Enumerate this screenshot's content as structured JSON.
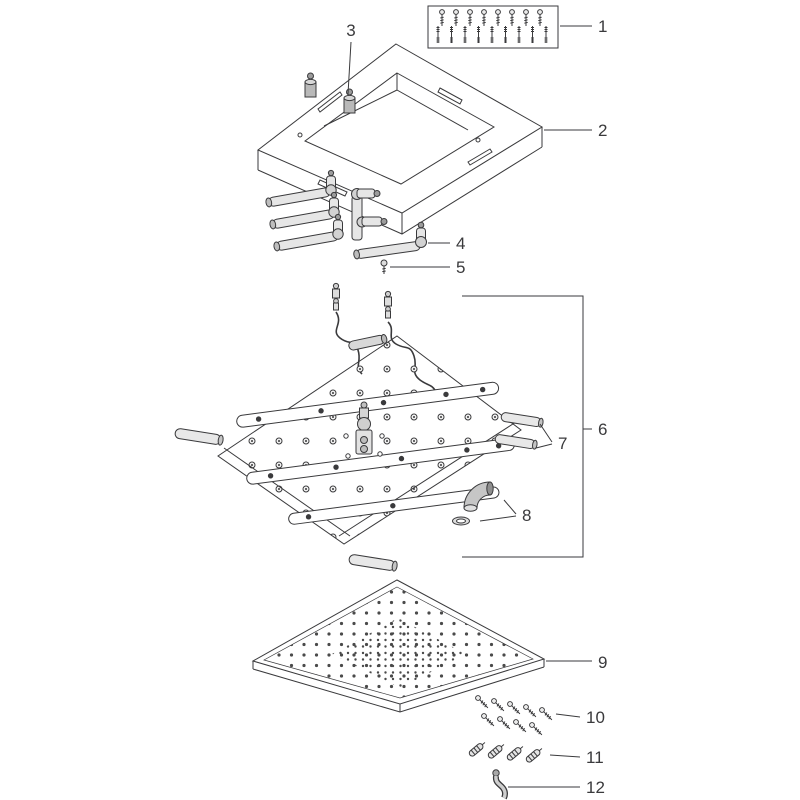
{
  "diagram": {
    "background_color": "#ffffff",
    "line_color": "#3a3a3c",
    "labels": [
      "1",
      "2",
      "3",
      "4",
      "5",
      "6",
      "7",
      "8",
      "9",
      "10",
      "11",
      "12"
    ]
  }
}
